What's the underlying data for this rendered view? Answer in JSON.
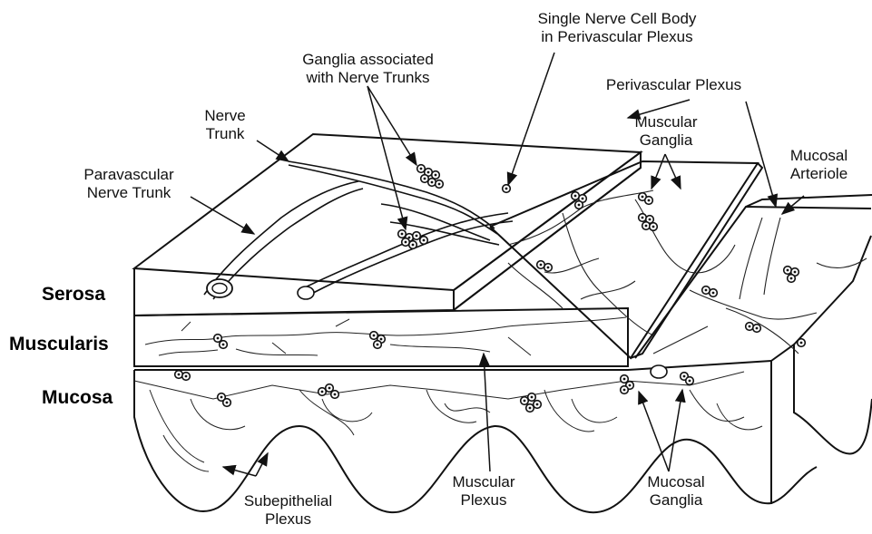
{
  "diagram": {
    "layers": {
      "serosa": "Serosa",
      "muscularis": "Muscularis",
      "mucosa": "Mucosa"
    },
    "labels": {
      "single_nerve_cell_line1": "Single Nerve Cell Body",
      "single_nerve_cell_line2": "in Perivascular Plexus",
      "ganglia_trunks_line1": "Ganglia associated",
      "ganglia_trunks_line2": "with Nerve Trunks",
      "perivascular_plexus": "Perivascular Plexus",
      "nerve_trunk_line1": "Nerve",
      "nerve_trunk_line2": "Trunk",
      "muscular_ganglia_line1": "Muscular",
      "muscular_ganglia_line2": "Ganglia",
      "mucosal_arteriole_line1": "Mucosal",
      "mucosal_arteriole_line2": "Arteriole",
      "paravascular_line1": "Paravascular",
      "paravascular_line2": "Nerve Trunk",
      "subepithelial_line1": "Subepithelial",
      "subepithelial_line2": "Plexus",
      "muscular_plexus_line1": "Muscular",
      "muscular_plexus_line2": "Plexus",
      "mucosal_ganglia_line1": "Mucosal",
      "mucosal_ganglia_line2": "Ganglia"
    }
  }
}
